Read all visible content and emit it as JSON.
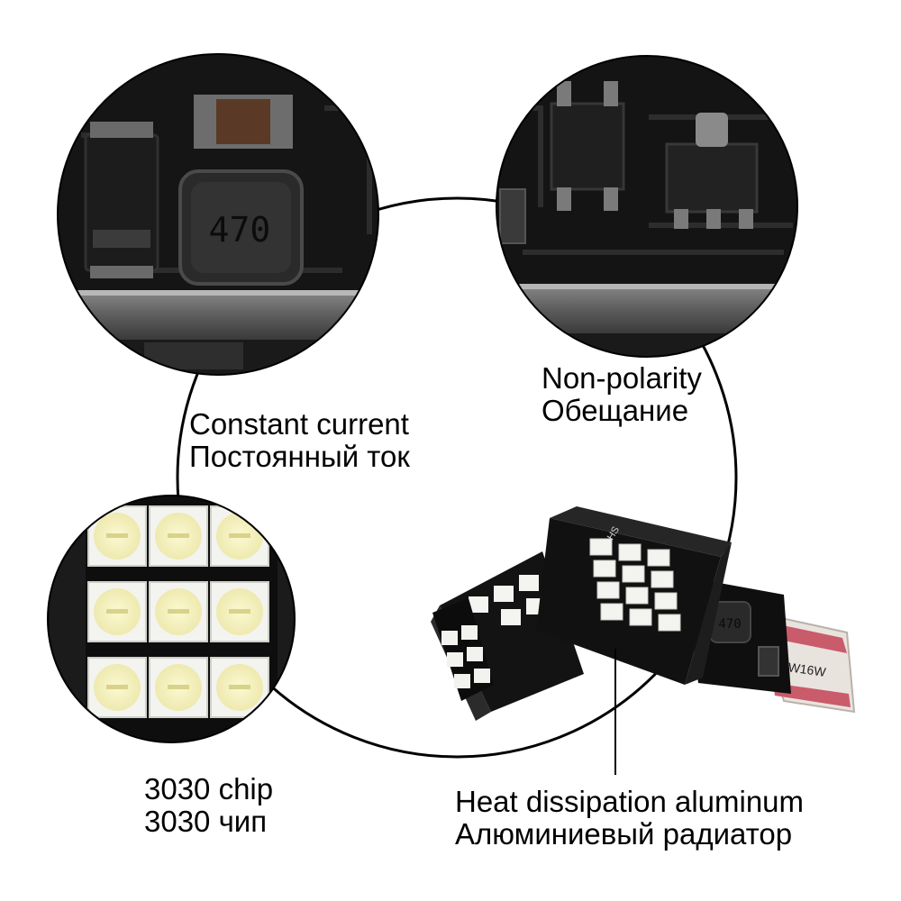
{
  "callouts": {
    "constant_current": {
      "en": "Constant current",
      "ru": "Постоянный ток"
    },
    "non_polarity": {
      "en": "Non-polarity",
      "ru": "Обещание"
    },
    "chip": {
      "en": "3030 chip",
      "ru": "3030 чип"
    },
    "heat": {
      "en": "Heat dissipation aluminum",
      "ru": "Алюминиевый радиатор"
    }
  },
  "components": {
    "inductor_marking": "470",
    "bulb_marking": "W16W",
    "rohs_marking": "RoHS"
  },
  "colors": {
    "pcb": "#111111",
    "metal": "#6f6f6f",
    "led": "#f3f4f0",
    "led_phosphor": "#f4f1b0",
    "socket": "#e7e1dc"
  }
}
